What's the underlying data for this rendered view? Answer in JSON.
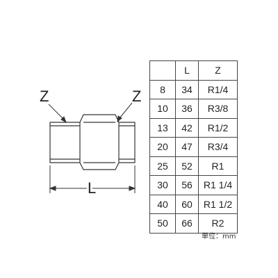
{
  "diagram": {
    "labels": {
      "thread_left": "Z",
      "thread_right": "Z",
      "length": "L"
    }
  },
  "table": {
    "headers": [
      "",
      "L",
      "Z"
    ],
    "rows": [
      [
        "8",
        "34",
        "R1/4"
      ],
      [
        "10",
        "36",
        "R3/8"
      ],
      [
        "13",
        "42",
        "R1/2"
      ],
      [
        "20",
        "47",
        "R3/4"
      ],
      [
        "25",
        "52",
        "R1"
      ],
      [
        "30",
        "56",
        "R1 1/4"
      ],
      [
        "40",
        "60",
        "R1 1/2"
      ],
      [
        "50",
        "66",
        "R2"
      ]
    ]
  },
  "unit_note": "単位：mm"
}
